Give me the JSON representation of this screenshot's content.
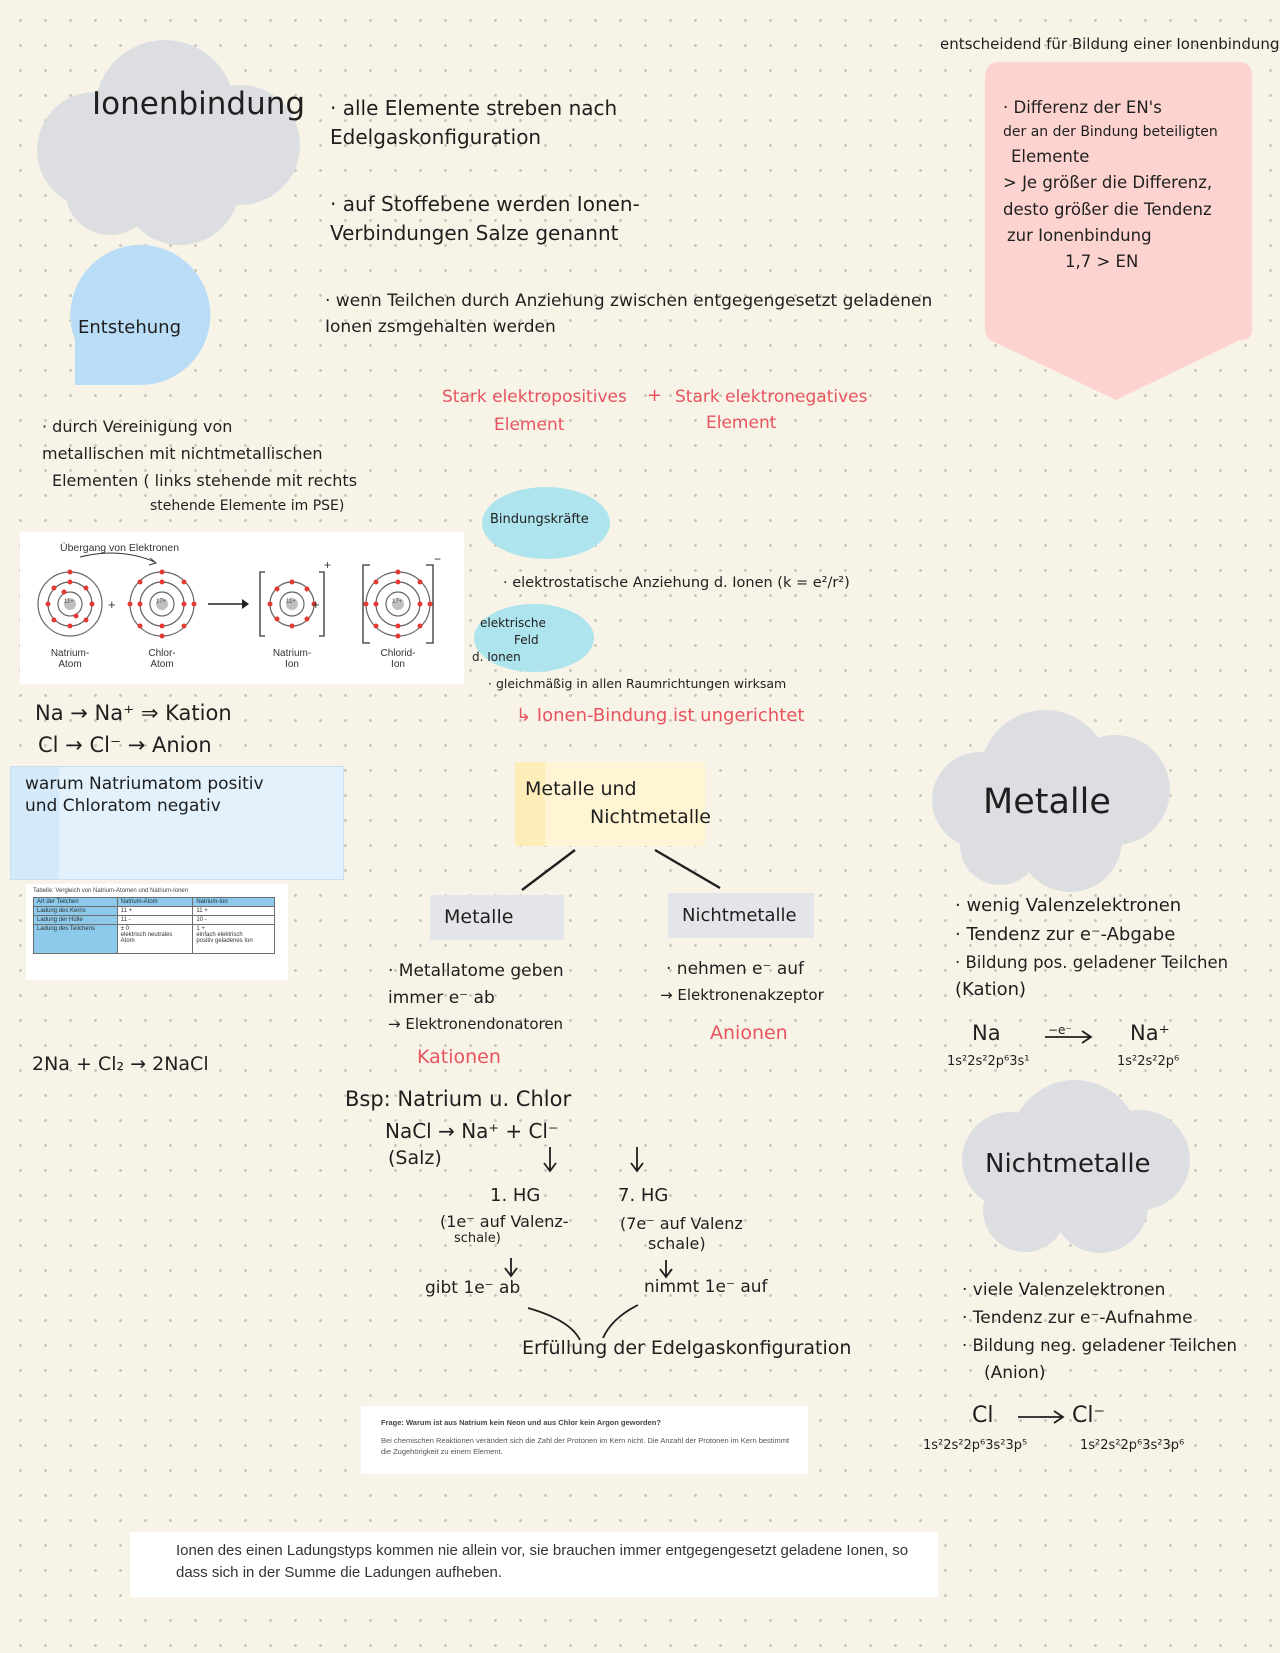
{
  "title": "Ionenbindung",
  "intro": [
    "· alle Elemente streben nach Edelgaskonfiguration",
    "· auf Stoffebene werden Ionen-Verbindungen Salze genannt",
    "· wenn Teilchen durch Anziehung zwischen entgegengesetzt geladenen Ionen zsmgehalten werden"
  ],
  "criterion": {
    "heading": "entscheidend für Bildung einer Ionenbindung",
    "lines": [
      "· Differenz der EN's",
      "der an der Bindung beteiligten",
      "Elemente",
      "> Je größer die Differenz,",
      "desto größer die Tendenz",
      "zur Ionenbindung",
      "1,7 > EN"
    ]
  },
  "entstehung": {
    "label": "Entstehung",
    "text": [
      "· durch Vereinigung von",
      "metallischen mit nichtmetallischen",
      "Elementen ( links stehende mit rechts",
      "stehende Elemente im PSE)"
    ]
  },
  "elements_line": {
    "left": "Stark elektropositives",
    "plus": "+",
    "right": "Stark elektronegatives",
    "left2": "Element",
    "right2": "Element"
  },
  "diagram": {
    "title": "Übergang von Elektronen",
    "labels": [
      "Natrium-\nAtom",
      "Chlor-\nAtom",
      "Natrium-\nIon",
      "Chlorid-\nIon"
    ],
    "nuclei": [
      "11+",
      "17+",
      "11+",
      "17+"
    ],
    "charges": [
      "+",
      "−"
    ]
  },
  "ions": [
    "Na → Na⁺ ⇒ Kation",
    "Cl → Cl⁻ → Anion"
  ],
  "question_box": [
    "warum Natriumatom positiv",
    "und Chloratom negativ"
  ],
  "table": {
    "caption": "Tabelle: Vergleich von Natrium-Atomen und Natrium-Ionen",
    "header": [
      "Art der Teilchen",
      "Natrium-Atom",
      "Natrium-Ion"
    ],
    "rows": [
      [
        "Ladung des Kerns",
        "11 +",
        "11 +"
      ],
      [
        "Ladung der Hülle",
        "11 -",
        "10 -"
      ],
      [
        "Ladung des Teilchens",
        "± 0\nelektrisch neutrales\nAtom",
        "1 +\neinfach elektrisch\npositiv geladenes Ion"
      ]
    ]
  },
  "reaction": "2Na + Cl₂ → 2NaCl",
  "bindungskraefte": {
    "label": "Bindungskräfte",
    "text": "· elektrostatische Anziehung d. Ionen  (k = e²/r²)"
  },
  "feld": {
    "label": [
      "elektrische",
      "Feld",
      "d. Ionen"
    ],
    "text": "· gleichmäßig in allen Raumrichtungen wirksam",
    "conclusion": "↳ Ionen-Bindung ist ungerichtet"
  },
  "tree": {
    "root": [
      "Metalle und",
      "Nichtmetalle"
    ],
    "left": "Metalle",
    "right": "Nichtmetalle",
    "left_text": [
      "· Metallatome geben",
      "immer e⁻ ab",
      "→ Elektronendonatoren"
    ],
    "left_result": "Kationen",
    "right_text": [
      "· nehmen e⁻ auf",
      "→ Elektronenakzeptor"
    ],
    "right_result": "Anionen"
  },
  "example": {
    "heading": "Bsp: Natrium u. Chlor",
    "equation": "NaCl  → Na⁺ + Cl⁻",
    "salt": "(Salz)",
    "left_hg": "1. HG",
    "left_note": [
      "(1e⁻ auf Valenz-",
      "schale)"
    ],
    "left_action": "gibt 1e⁻ ab",
    "right_hg": "7. HG",
    "right_note": [
      "(7e⁻ auf Valenz",
      "schale)"
    ],
    "right_action": "nimmt 1e⁻ auf",
    "result": "Erfüllung der Edelgaskonfiguration"
  },
  "frage": {
    "title": "Frage: Warum ist aus Natrium kein Neon und aus Chlor kein Argon geworden?",
    "text": "Bei chemischen Reaktionen verändert sich die Zahl der Protonen im Kern nicht. Die Anzahl der Protonen im Kern bestimmt die Zugehörigkeit zu einem Element."
  },
  "footer": "Ionen des einen Ladungstyps kommen nie allein vor, sie brauchen immer entgegengesetzt geladene Ionen, so dass sich in der Summe die Ladungen aufheben.",
  "metalle": {
    "label": "Metalle",
    "lines": [
      "· wenig Valenzelektronen",
      "· Tendenz zur e⁻-Abgabe",
      "· Bildung pos. geladener Teilchen",
      "(Kation)"
    ],
    "eq_left": "Na",
    "eq_arrow": "−e⁻",
    "eq_right": "Na⁺",
    "conf_left": "1s²2s²2p⁶3s¹",
    "conf_right": "1s²2s²2p⁶"
  },
  "nichtmetalle": {
    "label": "Nichtmetalle",
    "lines": [
      "· viele Valenzelektronen",
      "· Tendenz zur e⁻-Aufnahme",
      "· Bildung neg. geladener Teilchen",
      "(Anion)"
    ],
    "eq_left": "Cl",
    "eq_right": "Cl⁻",
    "conf_left": "1s²2s²2p⁶3s²3p⁵",
    "conf_right": "1s²2s²2p⁶3s²3p⁶"
  },
  "colors": {
    "cloud": "#dcdee2",
    "blue": "#b9dcf7",
    "teal": "#aee4ee",
    "pink": "#fdd3d0",
    "red": "#e8535f",
    "yellow": "#fff5d4"
  }
}
